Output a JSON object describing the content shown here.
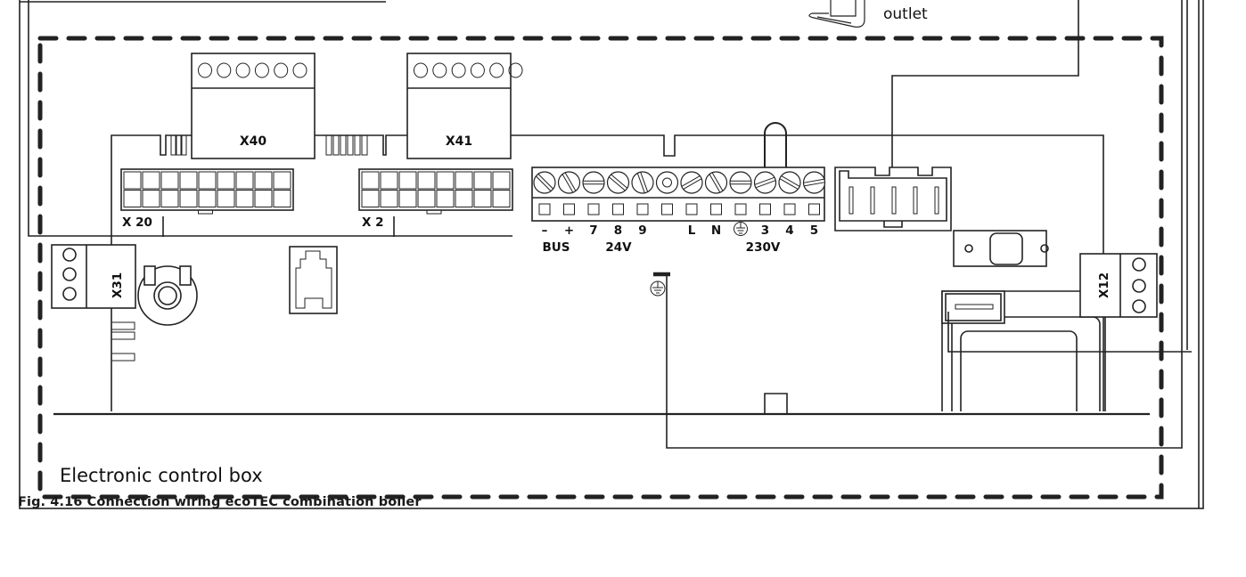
{
  "figure": {
    "caption": "Fig. 4.16 Connection wiring ecoTEC combination boiler",
    "box_label": "Electronic control box",
    "outlet_label": "outlet"
  },
  "connectors": {
    "x40": "X40",
    "x41": "X41",
    "x20": "X 20",
    "x2": "X 2",
    "x31": "X31",
    "x12": "X12"
  },
  "terminal_strip": {
    "pins": [
      "–",
      "+",
      "7",
      "8",
      "9",
      "",
      "L",
      "N",
      "earth",
      "3",
      "4",
      "5"
    ],
    "groups": [
      {
        "label": "BUS"
      },
      {
        "label": "24V"
      },
      {
        "label": "230V"
      }
    ]
  },
  "colors": {
    "line": "#222222",
    "background": "#ffffff"
  }
}
